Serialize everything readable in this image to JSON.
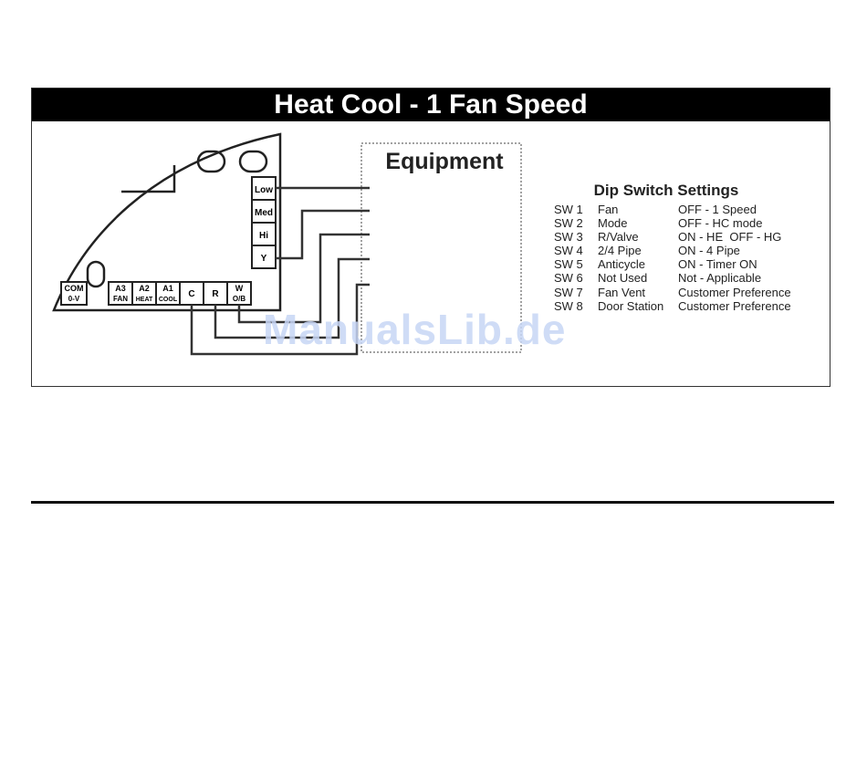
{
  "title": "Heat Cool - 1 Fan Speed",
  "equipment_label": "Equipment",
  "terminals_right": [
    "Low",
    "Med",
    "Hi",
    "Y"
  ],
  "terminals_bottom": [
    {
      "line1": "COM",
      "line2": "0-V"
    },
    {
      "line1": "A3",
      "line2": "FAN"
    },
    {
      "line1": "A2",
      "line2": "HEAT"
    },
    {
      "line1": "A1",
      "line2": "COOL"
    },
    {
      "line1": "C",
      "line2": ""
    },
    {
      "line1": "R",
      "line2": ""
    },
    {
      "line1": "W",
      "line2": "O/B"
    }
  ],
  "dip_switch": {
    "title": "Dip Switch Settings",
    "rows": [
      {
        "sw": "SW 1",
        "name": "Fan",
        "setting": "OFF - 1 Speed"
      },
      {
        "sw": "SW 2",
        "name": "Mode",
        "setting": "OFF - HC mode"
      },
      {
        "sw": "SW 3",
        "name": "R/Valve",
        "setting": "ON - HE  OFF - HG"
      },
      {
        "sw": "SW 4",
        "name": "2/4 Pipe",
        "setting": "ON - 4 Pipe"
      },
      {
        "sw": "SW 5",
        "name": "Anticycle",
        "setting": "ON - Timer ON"
      },
      {
        "sw": "SW 6",
        "name": "Not Used",
        "setting": "Not - Applicable"
      },
      {
        "sw": "SW 7",
        "name": "Fan Vent",
        "setting": "Customer Preference"
      },
      {
        "sw": "SW 8",
        "name": "Door Station",
        "setting": "Customer Preference"
      }
    ]
  },
  "watermark": "ManualsLib.de"
}
